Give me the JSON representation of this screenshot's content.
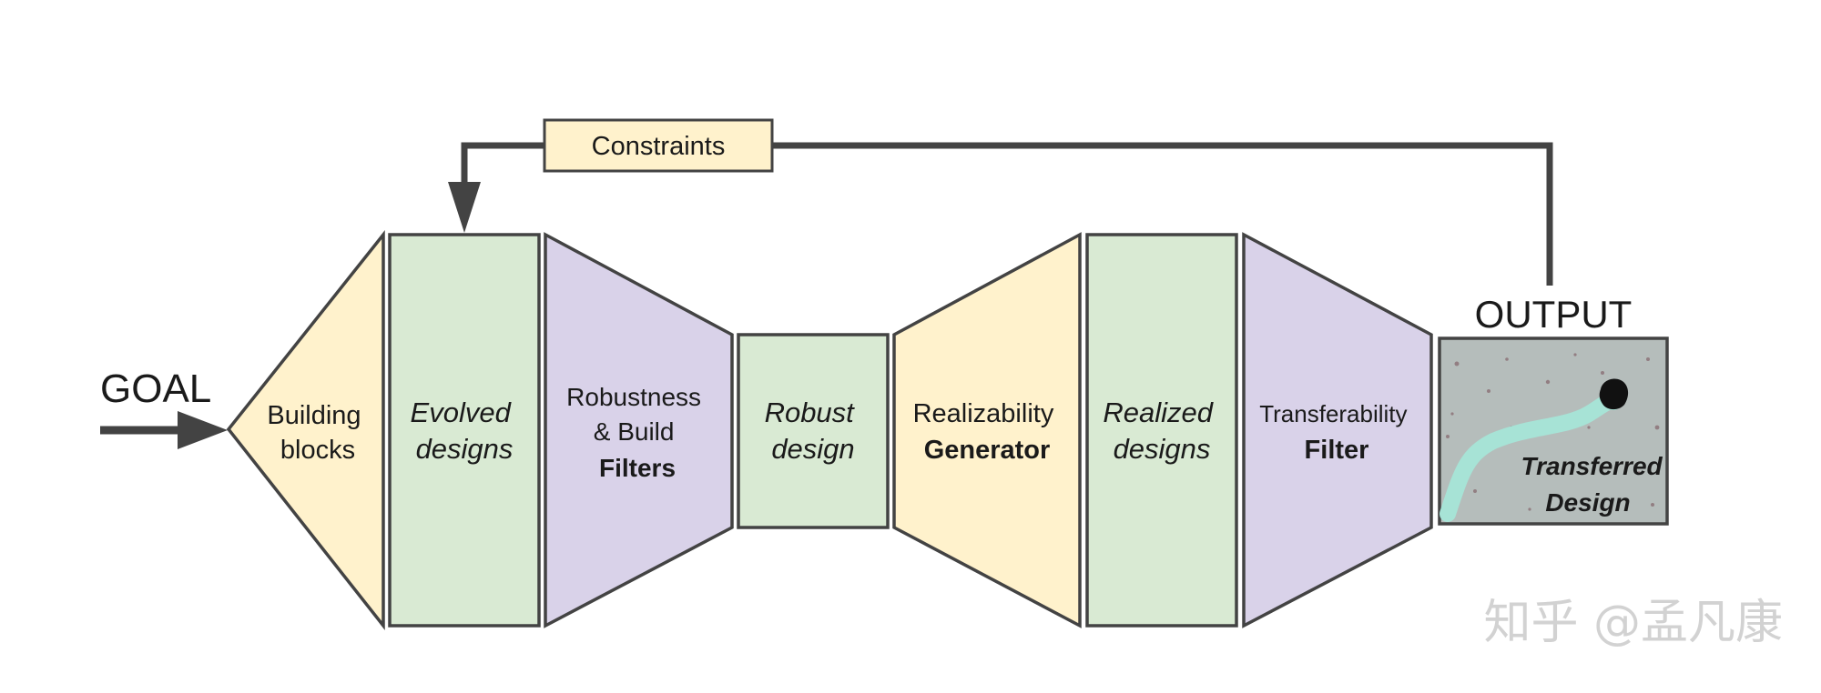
{
  "goal_label": "GOAL",
  "output_label": "OUTPUT",
  "constraints_label": "Constraints",
  "stages": {
    "building_blocks": [
      "Building",
      "blocks"
    ],
    "evolved_designs": [
      "Evolved",
      "designs"
    ],
    "robustness_filters": [
      "Robustness",
      "& Build",
      "Filters"
    ],
    "robust_design": [
      "Robust",
      "design"
    ],
    "realizability_generator": [
      "Realizability",
      "Generator"
    ],
    "realized_designs": [
      "Realized",
      "designs"
    ],
    "transferability_filter": [
      "Transferability",
      "Filter"
    ]
  },
  "output_image_caption": [
    "Transferred",
    "Design"
  ],
  "watermark": "知乎 @孟凡康",
  "colors": {
    "generator_fill": "#fff2cc",
    "design_fill": "#d9ead3",
    "filter_fill": "#d9d2e9",
    "stroke": "#434343",
    "constraints_fill": "#fff2cc"
  }
}
